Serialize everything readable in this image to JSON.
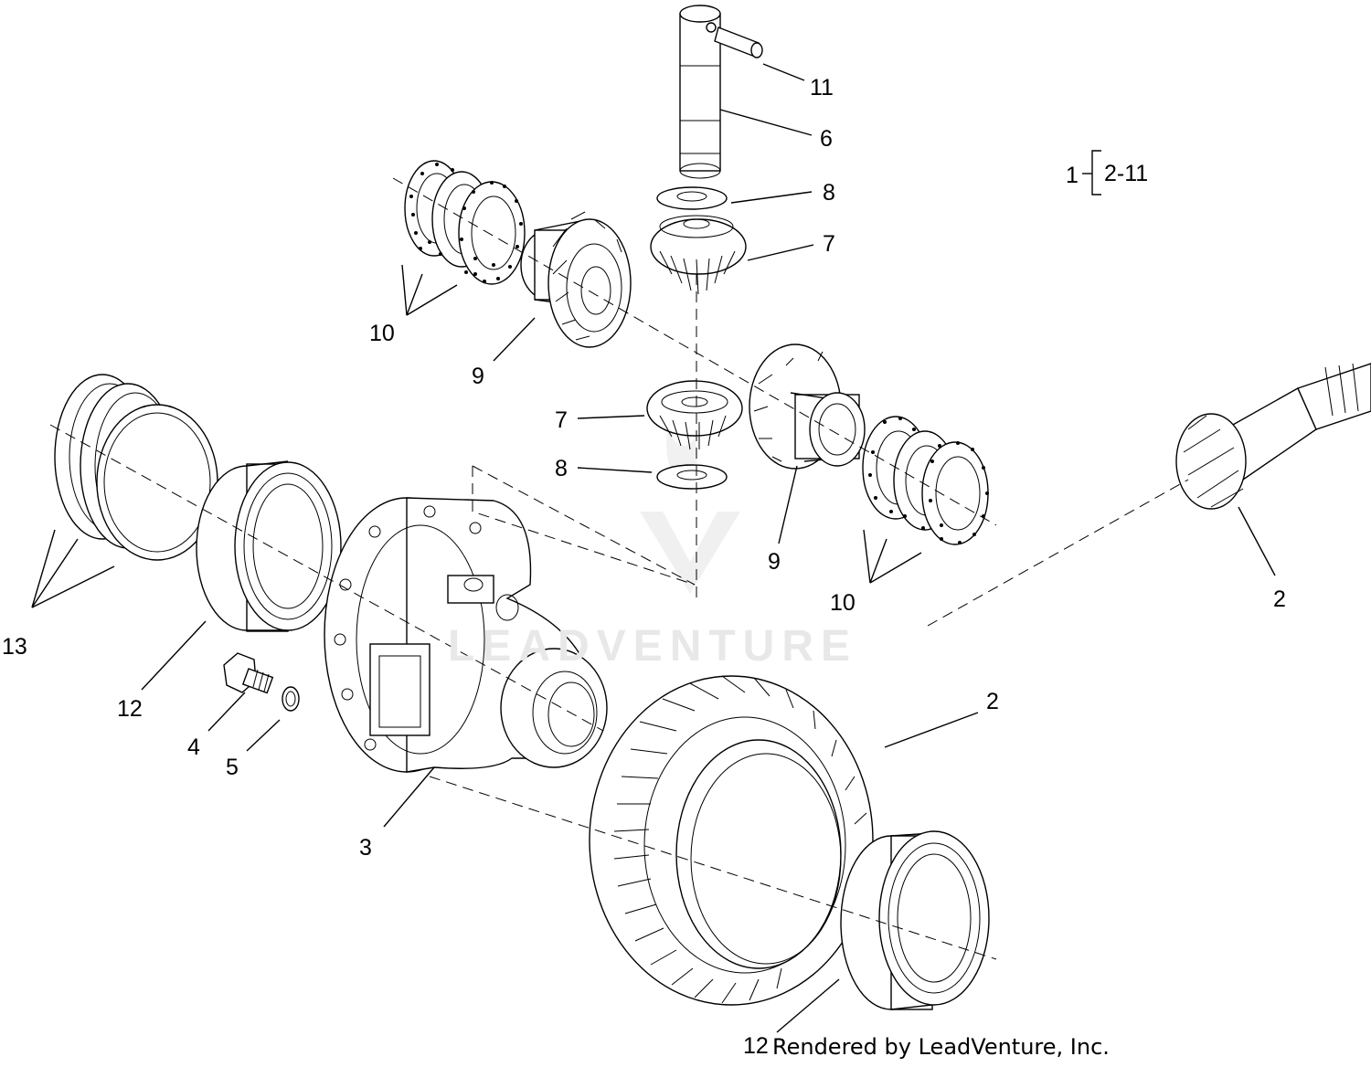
{
  "diagram": {
    "group_key": {
      "parent": "1",
      "range": "2-11"
    },
    "watermark_text": "LEADVENTURE",
    "credit": "Rendered by LeadVenture, Inc.",
    "callouts": [
      {
        "id": "c11",
        "text": "11"
      },
      {
        "id": "c6",
        "text": "6"
      },
      {
        "id": "c8a",
        "text": "8"
      },
      {
        "id": "c7a",
        "text": "7"
      },
      {
        "id": "c10a",
        "text": "10"
      },
      {
        "id": "c9a",
        "text": "9"
      },
      {
        "id": "c7b",
        "text": "7"
      },
      {
        "id": "c8b",
        "text": "8"
      },
      {
        "id": "c9b",
        "text": "9"
      },
      {
        "id": "c10b",
        "text": "10"
      },
      {
        "id": "c2a",
        "text": "2"
      },
      {
        "id": "c13",
        "text": "13"
      },
      {
        "id": "c12a",
        "text": "12"
      },
      {
        "id": "c4",
        "text": "4"
      },
      {
        "id": "c5",
        "text": "5"
      },
      {
        "id": "c3",
        "text": "3"
      },
      {
        "id": "c2b",
        "text": "2"
      },
      {
        "id": "c12b",
        "text": "12"
      }
    ]
  }
}
